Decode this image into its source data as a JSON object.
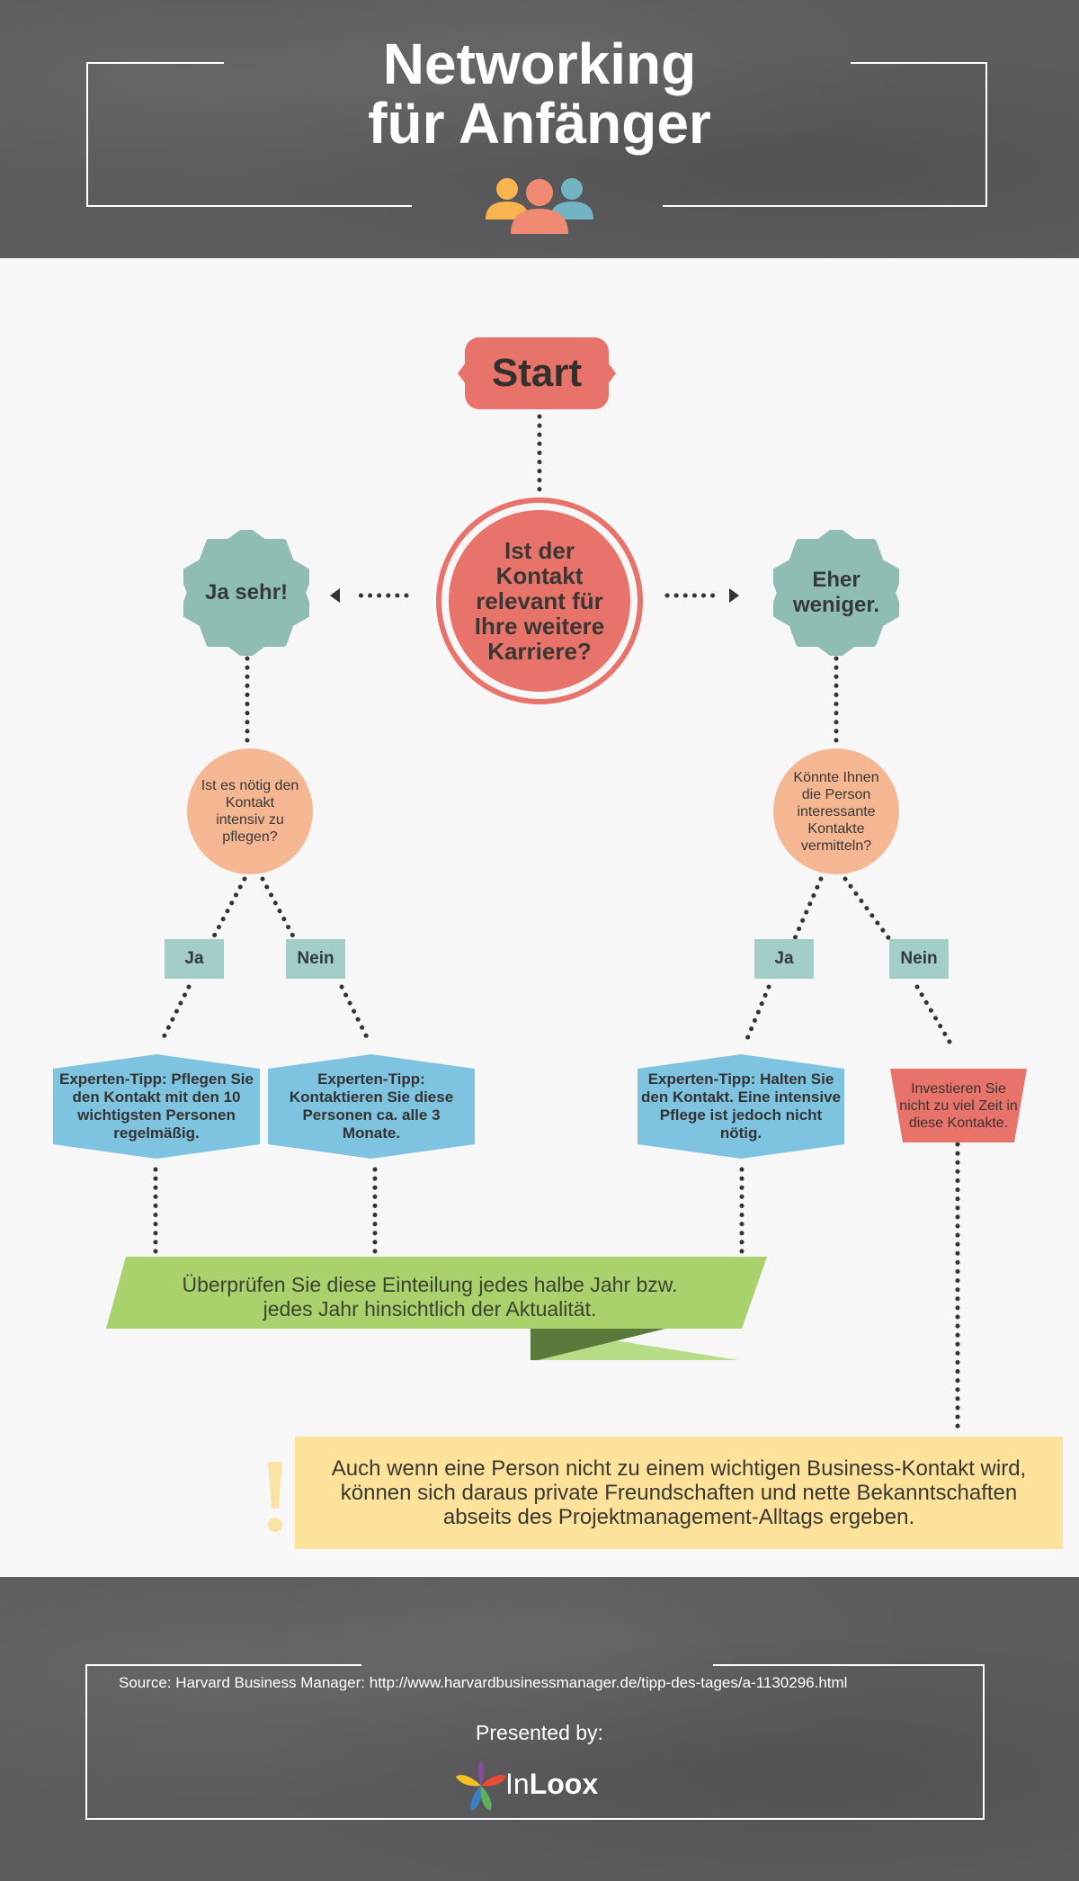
{
  "header": {
    "title_line1": "Networking",
    "title_line2": "für Anfänger",
    "icon": "people-group-icon"
  },
  "flow": {
    "start": "Start",
    "question_main": "Ist der Kontakt relevant für Ihre weitere Karriere?",
    "answer_left": "Ja sehr!",
    "answer_right": "Eher weniger.",
    "question_left": "Ist es nötig den Kontakt intensiv zu pflegen?",
    "question_right": "Könnte Ihnen die Person interessante Kontakte vermitteln?",
    "tags": {
      "left_yes": "Ja",
      "left_no": "Nein",
      "right_yes": "Ja",
      "right_no": "Nein"
    },
    "tips": {
      "tip1": "Experten-Tipp: Pflegen Sie den Kontakt mit den 10 wichtigsten Personen regelmäßig.",
      "tip2": "Experten-Tipp: Kontaktieren Sie diese Personen ca. alle 3 Monate.",
      "tip3": "Experten-Tipp: Halten Sie den Kontakt. Eine intensive Pflege ist jedoch nicht nötig."
    },
    "warning": "Investieren Sie nicht zu viel Zeit in diese Kontakte.",
    "review": "Überprüfen Sie diese Einteilung jedes halbe Jahr bzw. jedes Jahr hinsichtlich der Aktualität.",
    "note": "Auch wenn eine Person nicht zu einem wichtigen Business-Kontakt wird, können sich daraus private Freundschaften und nette Bekanntschaften abseits des Projektmanagement-Alltags ergeben."
  },
  "footer": {
    "source": "Source: Harvard Business Manager: http://www.harvardbusinessmanager.de/tipp-des-tages/a-1130296.html",
    "presented_by": "Presented by:",
    "logo_part1": "In",
    "logo_part2": "Loox"
  },
  "colors": {
    "header_bg": "#5c5c5e",
    "coral": "#e8736b",
    "teal_badge": "#8fbdb4",
    "peach": "#f5b791",
    "tag": "#a3cdc7",
    "hex_blue": "#7ec4e0",
    "ribbon_green": "#a9d16c",
    "note_yellow": "#fde29b"
  }
}
